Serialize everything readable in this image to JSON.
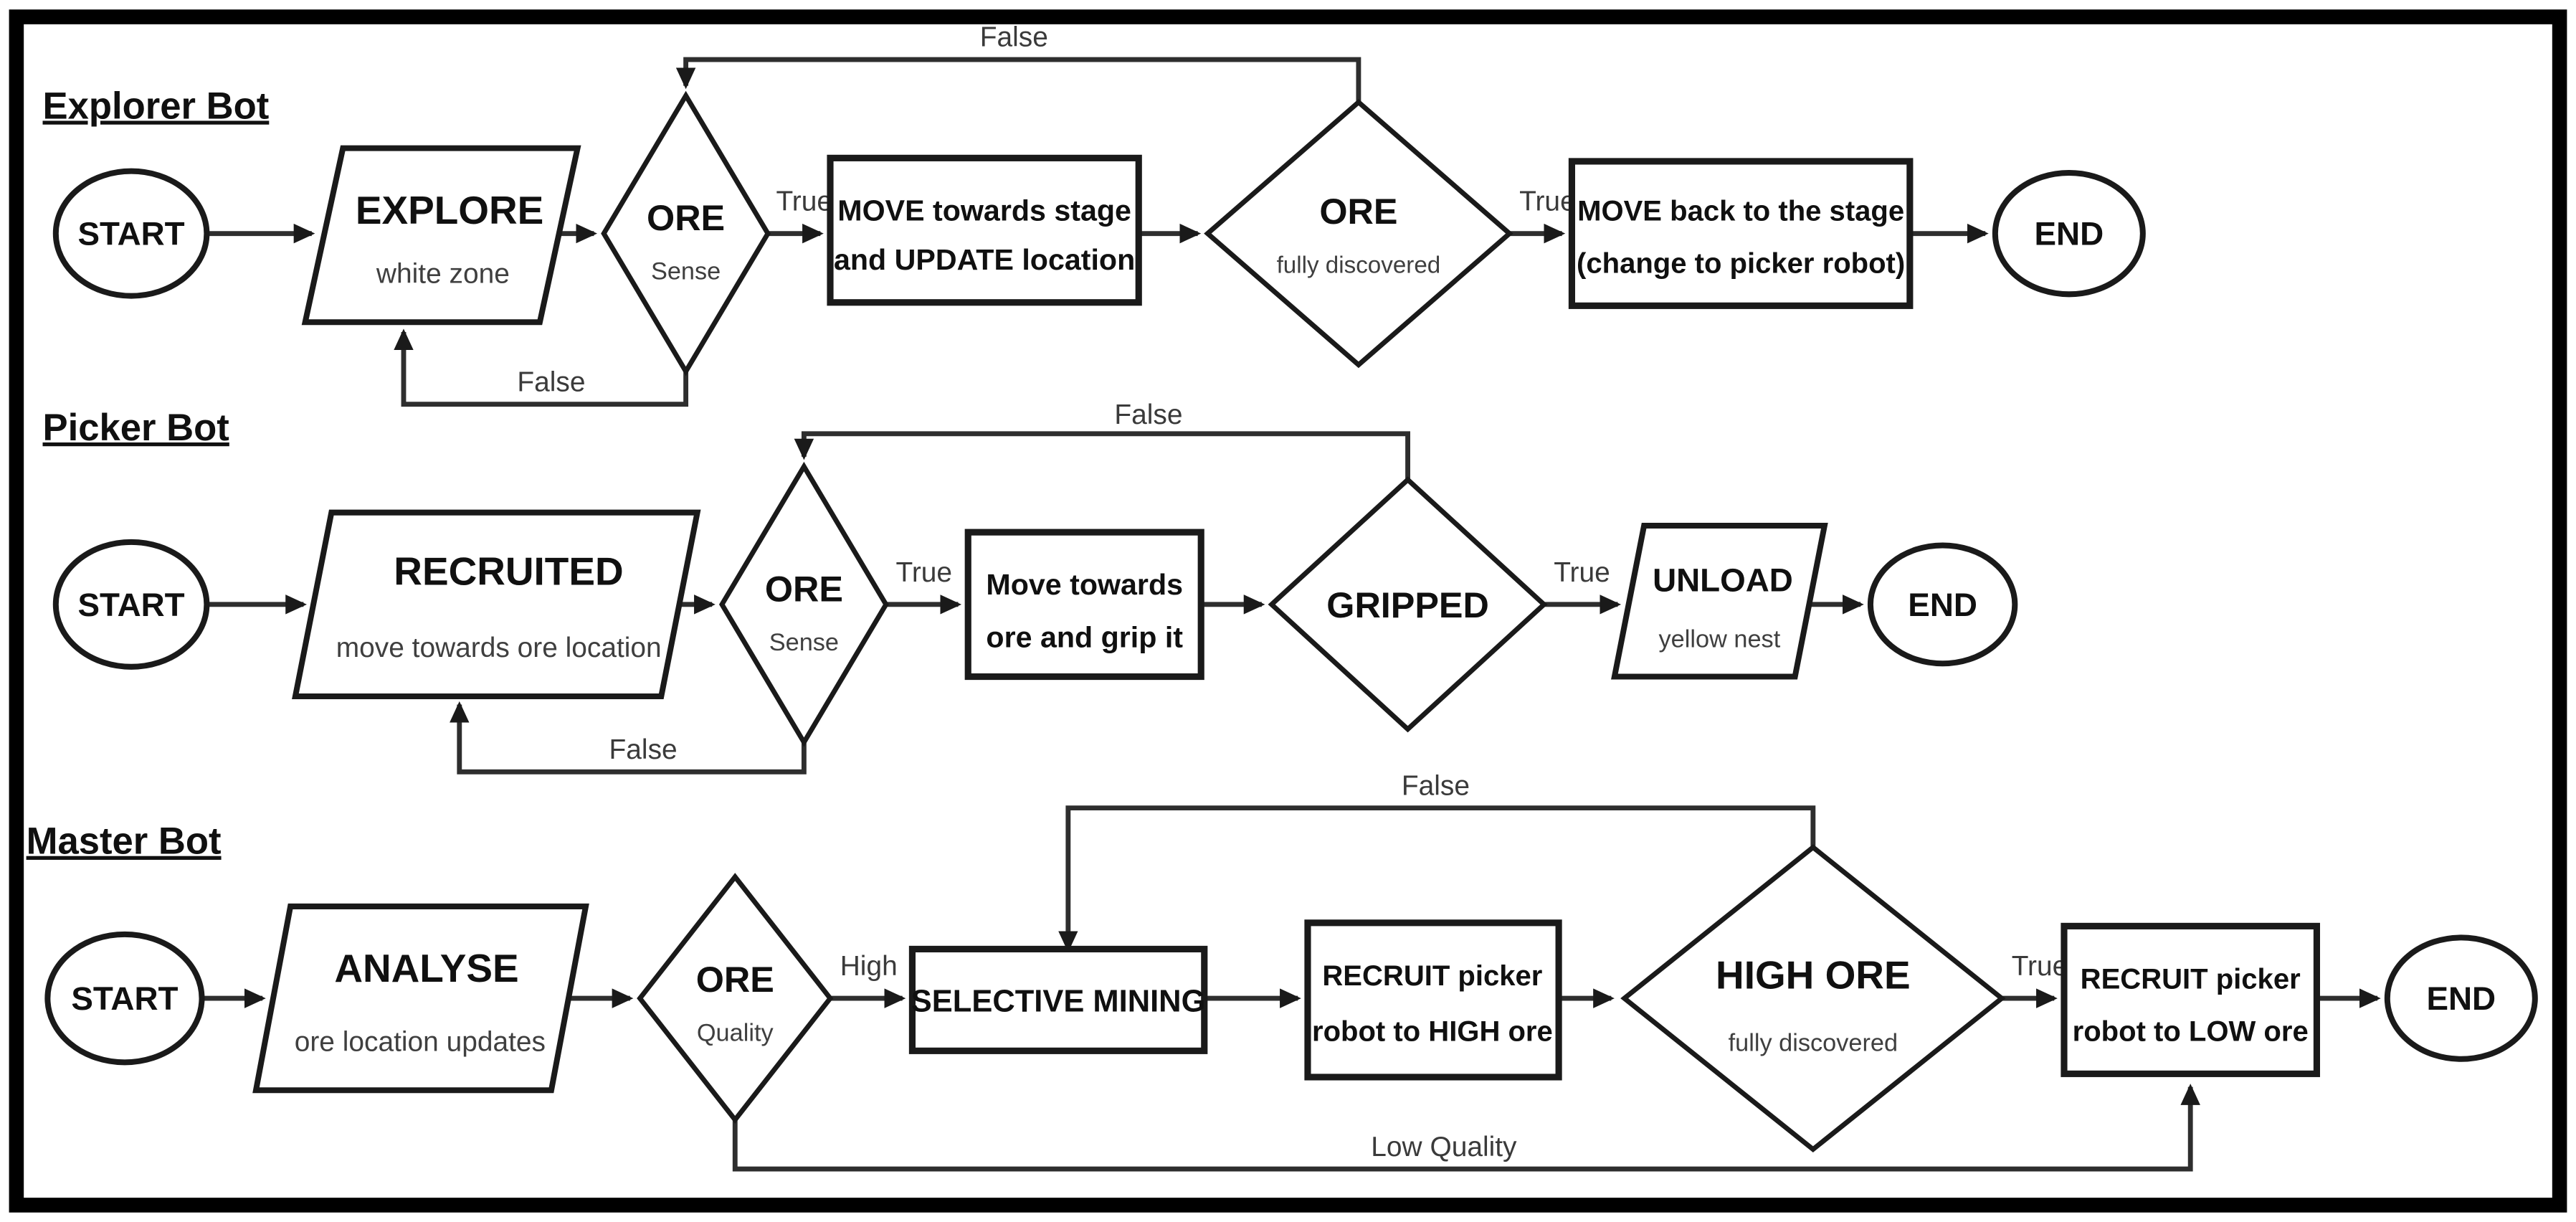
{
  "canvas": {
    "background": "#ffffff",
    "border_color": "#000000",
    "ink_color": "#1a1a1a",
    "line_color": "#2e2e2e"
  },
  "explorer": {
    "section_title": "Explorer Bot",
    "start_label": "START",
    "end_label": "END",
    "explore_title": "EXPLORE",
    "explore_sub": "white zone",
    "sense_title": "ORE",
    "sense_sub": "Sense",
    "sense_true": "True",
    "sense_false": "False",
    "move_update_line1": "MOVE towards stage",
    "move_update_line2": "and UPDATE location",
    "discovered_title": "ORE",
    "discovered_sub": "fully discovered",
    "discovered_true": "True",
    "discovered_false": "False",
    "move_back_line1": "MOVE back to the stage",
    "move_back_line2": "(change to picker robot)"
  },
  "picker": {
    "section_title": "Picker Bot",
    "start_label": "START",
    "end_label": "END",
    "recruited_title": "RECRUITED",
    "recruited_sub": "move towards ore location",
    "sense_title": "ORE",
    "sense_sub": "Sense",
    "sense_true": "True",
    "sense_false": "False",
    "grip_line1": "Move towards",
    "grip_line2": "ore and grip it",
    "gripped_title": "GRIPPED",
    "gripped_true": "True",
    "gripped_false": "False",
    "unload_title": "UNLOAD",
    "unload_sub": "yellow nest"
  },
  "master": {
    "section_title": "Master Bot",
    "start_label": "START",
    "end_label": "END",
    "analyse_title": "ANALYSE",
    "analyse_sub": "ore location updates",
    "quality_title": "ORE",
    "quality_sub": "Quality",
    "quality_high": "High",
    "quality_low": "Low Quality",
    "selective_title": "SELECTIVE MINING",
    "recruit_high_line1": "RECRUIT picker",
    "recruit_high_line2": "robot to HIGH ore",
    "highore_title": "HIGH ORE",
    "highore_sub": "fully discovered",
    "highore_true": "True",
    "highore_false": "False",
    "recruit_low_line1": "RECRUIT picker",
    "recruit_low_line2": "robot to LOW ore"
  }
}
